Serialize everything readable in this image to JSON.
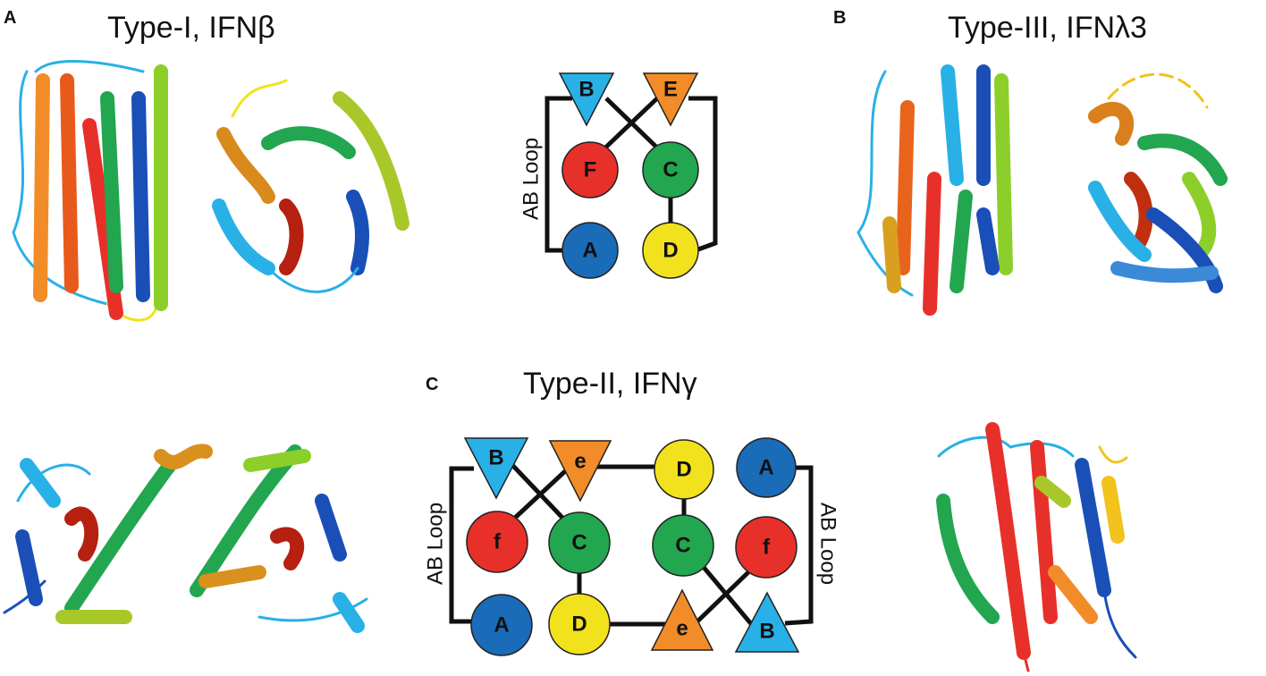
{
  "panels": {
    "a": {
      "letter": "A",
      "title": "Type-I, IFNβ"
    },
    "b": {
      "letter": "B",
      "title": "Type-III, IFNλ3"
    },
    "c": {
      "letter": "C",
      "title": "Type-II, IFNγ"
    }
  },
  "topology_top": {
    "loop_label": "AB Loop",
    "nodes": {
      "b": "B",
      "e": "E",
      "f": "F",
      "c": "C",
      "a": "A",
      "d": "D"
    }
  },
  "topology_bottom": {
    "loop_label_left": "AB Loop",
    "loop_label_right": "AB Loop",
    "nodes": {
      "b1": "B",
      "e1": "e",
      "d1": "D",
      "a1": "A",
      "f1": "f",
      "c1": "C",
      "c2": "C",
      "f2": "f",
      "a2": "A",
      "d2": "D",
      "e2": "e",
      "b2": "B"
    }
  },
  "colors": {
    "A": "#1a6bb8",
    "B": "#29b0e6",
    "C": "#22a650",
    "D": "#f2e21d",
    "E": "#f28c28",
    "F": "#e8302a"
  }
}
